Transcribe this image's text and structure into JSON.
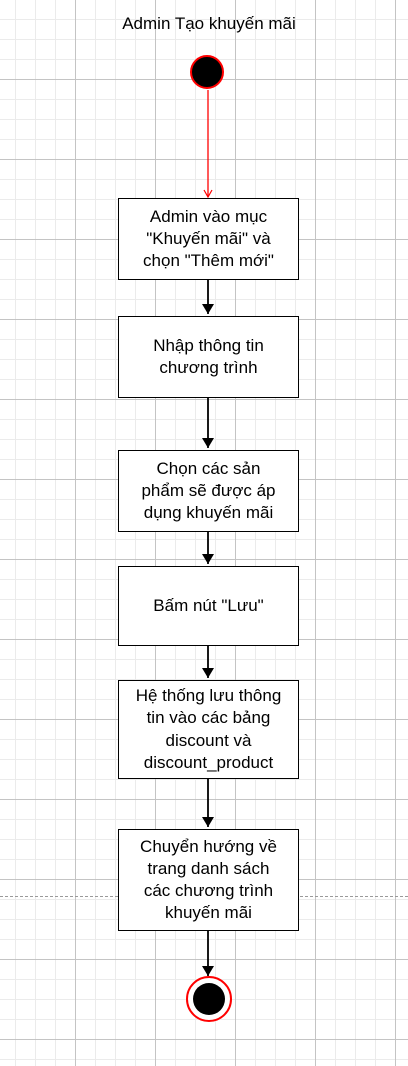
{
  "diagram": {
    "title": "Admin Tạo khuyến mãi",
    "actions": [
      {
        "id": "step-1",
        "label": "Admin vào mục\n\"Khuyến mãi\" và\nchọn \"Thêm mới\""
      },
      {
        "id": "step-2",
        "label": "Nhập thông tin\nchương trình"
      },
      {
        "id": "step-3",
        "label": "Chọn các sản\nphẩm  sẽ được áp\ndụng khuyến mãi"
      },
      {
        "id": "step-4",
        "label": "Bấm nút \"Lưu\""
      },
      {
        "id": "step-5",
        "label": "Hệ thống lưu thông\ntin vào các bảng\ndiscount và\ndiscount_product"
      },
      {
        "id": "step-6",
        "label": "Chuyển hướng về\ntrang danh sách\ncác chương trình\nkhuyến mãi"
      }
    ],
    "colors": {
      "node_outline": "#ff0000",
      "node_fill": "#000000",
      "first_arrow": "#ff0000",
      "arrow": "#000000",
      "grid": "#c4c4c4"
    }
  }
}
